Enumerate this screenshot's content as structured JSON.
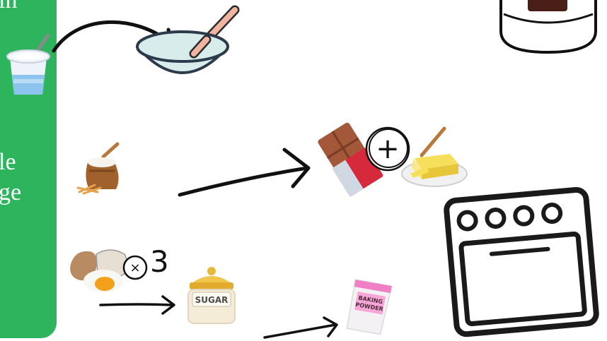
{
  "panel": {
    "text_top": "in",
    "text_mid": "le",
    "text_low": "ge"
  },
  "eggs": {
    "multiply_symbol": "×",
    "count": "3"
  },
  "sugar_jar": {
    "label": "SUGAR"
  },
  "baking_powder": {
    "label_line1": "BAKING",
    "label_line2": "POWDER"
  },
  "plus_symbol": "+",
  "colors": {
    "panel_green": "#2db45c",
    "outline": "#1a1a1a",
    "bowl": "#d8ecec",
    "chocolate_red": "#d6293b",
    "butter": "#f6df5a"
  },
  "icons": [
    "yogurt-icon",
    "bowl-icon",
    "flour-sack-icon",
    "chocolate-bar-icon",
    "plus-circle-icon",
    "butter-icon",
    "eggs-icon",
    "sugar-jar-icon",
    "baking-powder-icon",
    "oven-icon",
    "cake-pan-icon"
  ]
}
